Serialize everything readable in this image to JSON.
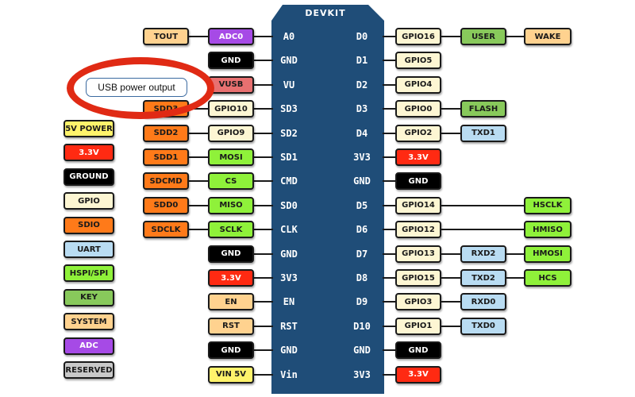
{
  "colors": {
    "chip": "#1f4d78",
    "power_5v": "#fff36b",
    "power_3v3": "#ff2a12",
    "ground": "#000000",
    "gpio": "#fdf6d3",
    "sdio": "#ff7a19",
    "uart": "#b9dcf2",
    "hspi": "#8ff13a",
    "key": "#88c95b",
    "system": "#ffd28f",
    "adc": "#a64ae6",
    "reserved": "#c9c9c9",
    "vusb": "#e87070",
    "callout_ring": "#e02a14"
  },
  "chip": {
    "title": "DEVKIT"
  },
  "callout": {
    "text": "USB power output"
  },
  "legend": [
    {
      "text": "5V POWER",
      "type": "power_5v"
    },
    {
      "text": "3.3V",
      "type": "power_3v3"
    },
    {
      "text": "GROUND",
      "type": "ground"
    },
    {
      "text": "GPIO",
      "type": "gpio"
    },
    {
      "text": "SDIO",
      "type": "sdio"
    },
    {
      "text": "UART",
      "type": "uart"
    },
    {
      "text": "HSPI/SPI",
      "type": "hspi"
    },
    {
      "text": "KEY",
      "type": "key"
    },
    {
      "text": "SYSTEM",
      "type": "system"
    },
    {
      "text": "ADC",
      "type": "adc"
    },
    {
      "text": "RESERVED",
      "type": "reserved"
    }
  ],
  "left_pins": [
    {
      "pin": "A0",
      "labels": [
        {
          "text": "ADC0",
          "type": "adc"
        },
        {
          "text": "TOUT",
          "type": "system"
        }
      ]
    },
    {
      "pin": "GND",
      "labels": [
        {
          "text": "GND",
          "type": "ground"
        }
      ]
    },
    {
      "pin": "VU",
      "labels": [
        {
          "text": "VUSB",
          "type": "vusb"
        }
      ]
    },
    {
      "pin": "SD3",
      "labels": [
        {
          "text": "GPIO10",
          "type": "gpio"
        },
        {
          "text": "SDD3",
          "type": "sdio"
        }
      ]
    },
    {
      "pin": "SD2",
      "labels": [
        {
          "text": "GPIO9",
          "type": "gpio"
        },
        {
          "text": "SDD2",
          "type": "sdio"
        }
      ]
    },
    {
      "pin": "SD1",
      "labels": [
        {
          "text": "MOSI",
          "type": "hspi"
        },
        {
          "text": "SDD1",
          "type": "sdio"
        }
      ]
    },
    {
      "pin": "CMD",
      "labels": [
        {
          "text": "CS",
          "type": "hspi"
        },
        {
          "text": "SDCMD",
          "type": "sdio"
        }
      ]
    },
    {
      "pin": "SD0",
      "labels": [
        {
          "text": "MISO",
          "type": "hspi"
        },
        {
          "text": "SDD0",
          "type": "sdio"
        }
      ]
    },
    {
      "pin": "CLK",
      "labels": [
        {
          "text": "SCLK",
          "type": "hspi"
        },
        {
          "text": "SDCLK",
          "type": "sdio"
        }
      ]
    },
    {
      "pin": "GND",
      "labels": [
        {
          "text": "GND",
          "type": "ground"
        }
      ]
    },
    {
      "pin": "3V3",
      "labels": [
        {
          "text": "3.3V",
          "type": "power_3v3"
        }
      ]
    },
    {
      "pin": "EN",
      "labels": [
        {
          "text": "EN",
          "type": "system"
        }
      ]
    },
    {
      "pin": "RST",
      "labels": [
        {
          "text": "RST",
          "type": "system"
        }
      ]
    },
    {
      "pin": "GND",
      "labels": [
        {
          "text": "GND",
          "type": "ground"
        }
      ]
    },
    {
      "pin": "Vin",
      "labels": [
        {
          "text": "VIN 5V",
          "type": "power_5v"
        }
      ]
    }
  ],
  "right_pins": [
    {
      "pin": "D0",
      "labels": [
        {
          "text": "GPIO16",
          "type": "gpio"
        },
        {
          "text": "USER",
          "type": "key"
        },
        {
          "text": "WAKE",
          "type": "system"
        }
      ]
    },
    {
      "pin": "D1",
      "labels": [
        {
          "text": "GPIO5",
          "type": "gpio"
        }
      ]
    },
    {
      "pin": "D2",
      "labels": [
        {
          "text": "GPIO4",
          "type": "gpio"
        }
      ]
    },
    {
      "pin": "D3",
      "labels": [
        {
          "text": "GPIO0",
          "type": "gpio"
        },
        {
          "text": "FLASH",
          "type": "key"
        }
      ]
    },
    {
      "pin": "D4",
      "labels": [
        {
          "text": "GPIO2",
          "type": "gpio"
        },
        {
          "text": "TXD1",
          "type": "uart"
        }
      ]
    },
    {
      "pin": "3V3",
      "labels": [
        {
          "text": "3.3V",
          "type": "power_3v3"
        }
      ]
    },
    {
      "pin": "GND",
      "labels": [
        {
          "text": "GND",
          "type": "ground"
        }
      ]
    },
    {
      "pin": "D5",
      "labels": [
        {
          "text": "GPIO14",
          "type": "gpio"
        },
        {
          "text": "",
          "type": "none"
        },
        {
          "text": "HSCLK",
          "type": "hspi"
        }
      ]
    },
    {
      "pin": "D6",
      "labels": [
        {
          "text": "GPIO12",
          "type": "gpio"
        },
        {
          "text": "",
          "type": "none"
        },
        {
          "text": "HMISO",
          "type": "hspi"
        }
      ]
    },
    {
      "pin": "D7",
      "labels": [
        {
          "text": "GPIO13",
          "type": "gpio"
        },
        {
          "text": "RXD2",
          "type": "uart"
        },
        {
          "text": "HMOSI",
          "type": "hspi"
        }
      ]
    },
    {
      "pin": "D8",
      "labels": [
        {
          "text": "GPIO15",
          "type": "gpio"
        },
        {
          "text": "TXD2",
          "type": "uart"
        },
        {
          "text": "HCS",
          "type": "hspi"
        }
      ]
    },
    {
      "pin": "D9",
      "labels": [
        {
          "text": "GPIO3",
          "type": "gpio"
        },
        {
          "text": "RXD0",
          "type": "uart"
        }
      ]
    },
    {
      "pin": "D10",
      "labels": [
        {
          "text": "GPIO1",
          "type": "gpio"
        },
        {
          "text": "TXD0",
          "type": "uart"
        }
      ]
    },
    {
      "pin": "GND",
      "labels": [
        {
          "text": "GND",
          "type": "ground"
        }
      ]
    },
    {
      "pin": "3V3",
      "labels": [
        {
          "text": "3.3V",
          "type": "power_3v3"
        }
      ]
    }
  ]
}
